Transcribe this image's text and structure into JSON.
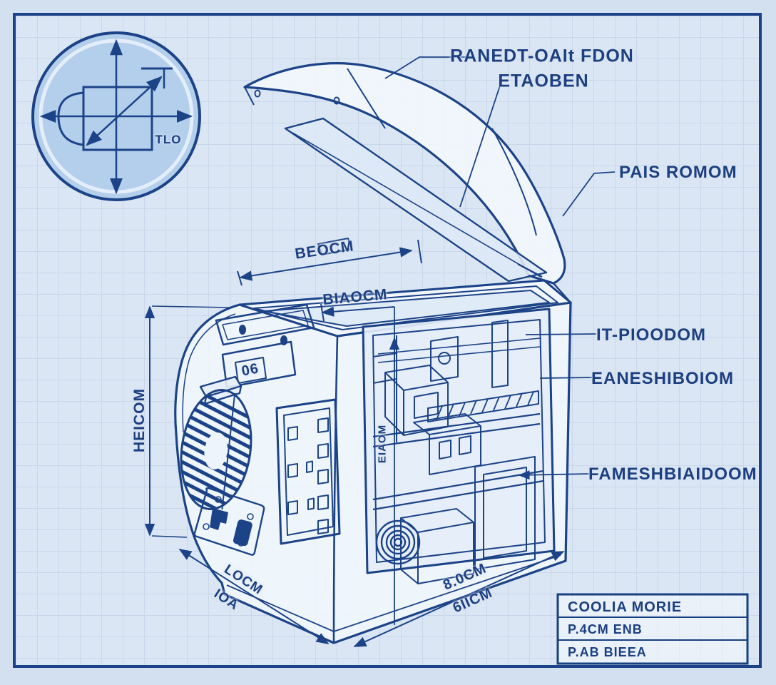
{
  "blueprint": {
    "colors": {
      "ink": "#1c4387",
      "background": "#dbe6f4",
      "grid": "#c9d7ea",
      "circle_fill": "#b3cfec"
    },
    "detail_circle": {
      "dimension_label": "TLO"
    },
    "callouts": {
      "lid_line1": "RANEDT-OAIt FDON",
      "lid_line2": "ETAOBEN",
      "lid_side": "PAIS ROMOM",
      "interior_top": "IT-PIOODOM",
      "interior_mid": "EANESHIBOIOM",
      "interior_bottom": "FAMESHBIAIDOOM"
    },
    "dimensions": {
      "top_width": "BEOCM",
      "opening_width": "BIAOCM",
      "height": "HEICOM",
      "interior_height": "EIAOM",
      "depth_line1": "LOCM",
      "depth_line2": "IOA",
      "base_line1": "8.0CM",
      "base_line2": "6IICM"
    },
    "display_value": "06",
    "title_block": {
      "rows": [
        "COOLIA MORIE",
        "P.4CM ENB",
        "P.AB BIEEA"
      ]
    }
  }
}
